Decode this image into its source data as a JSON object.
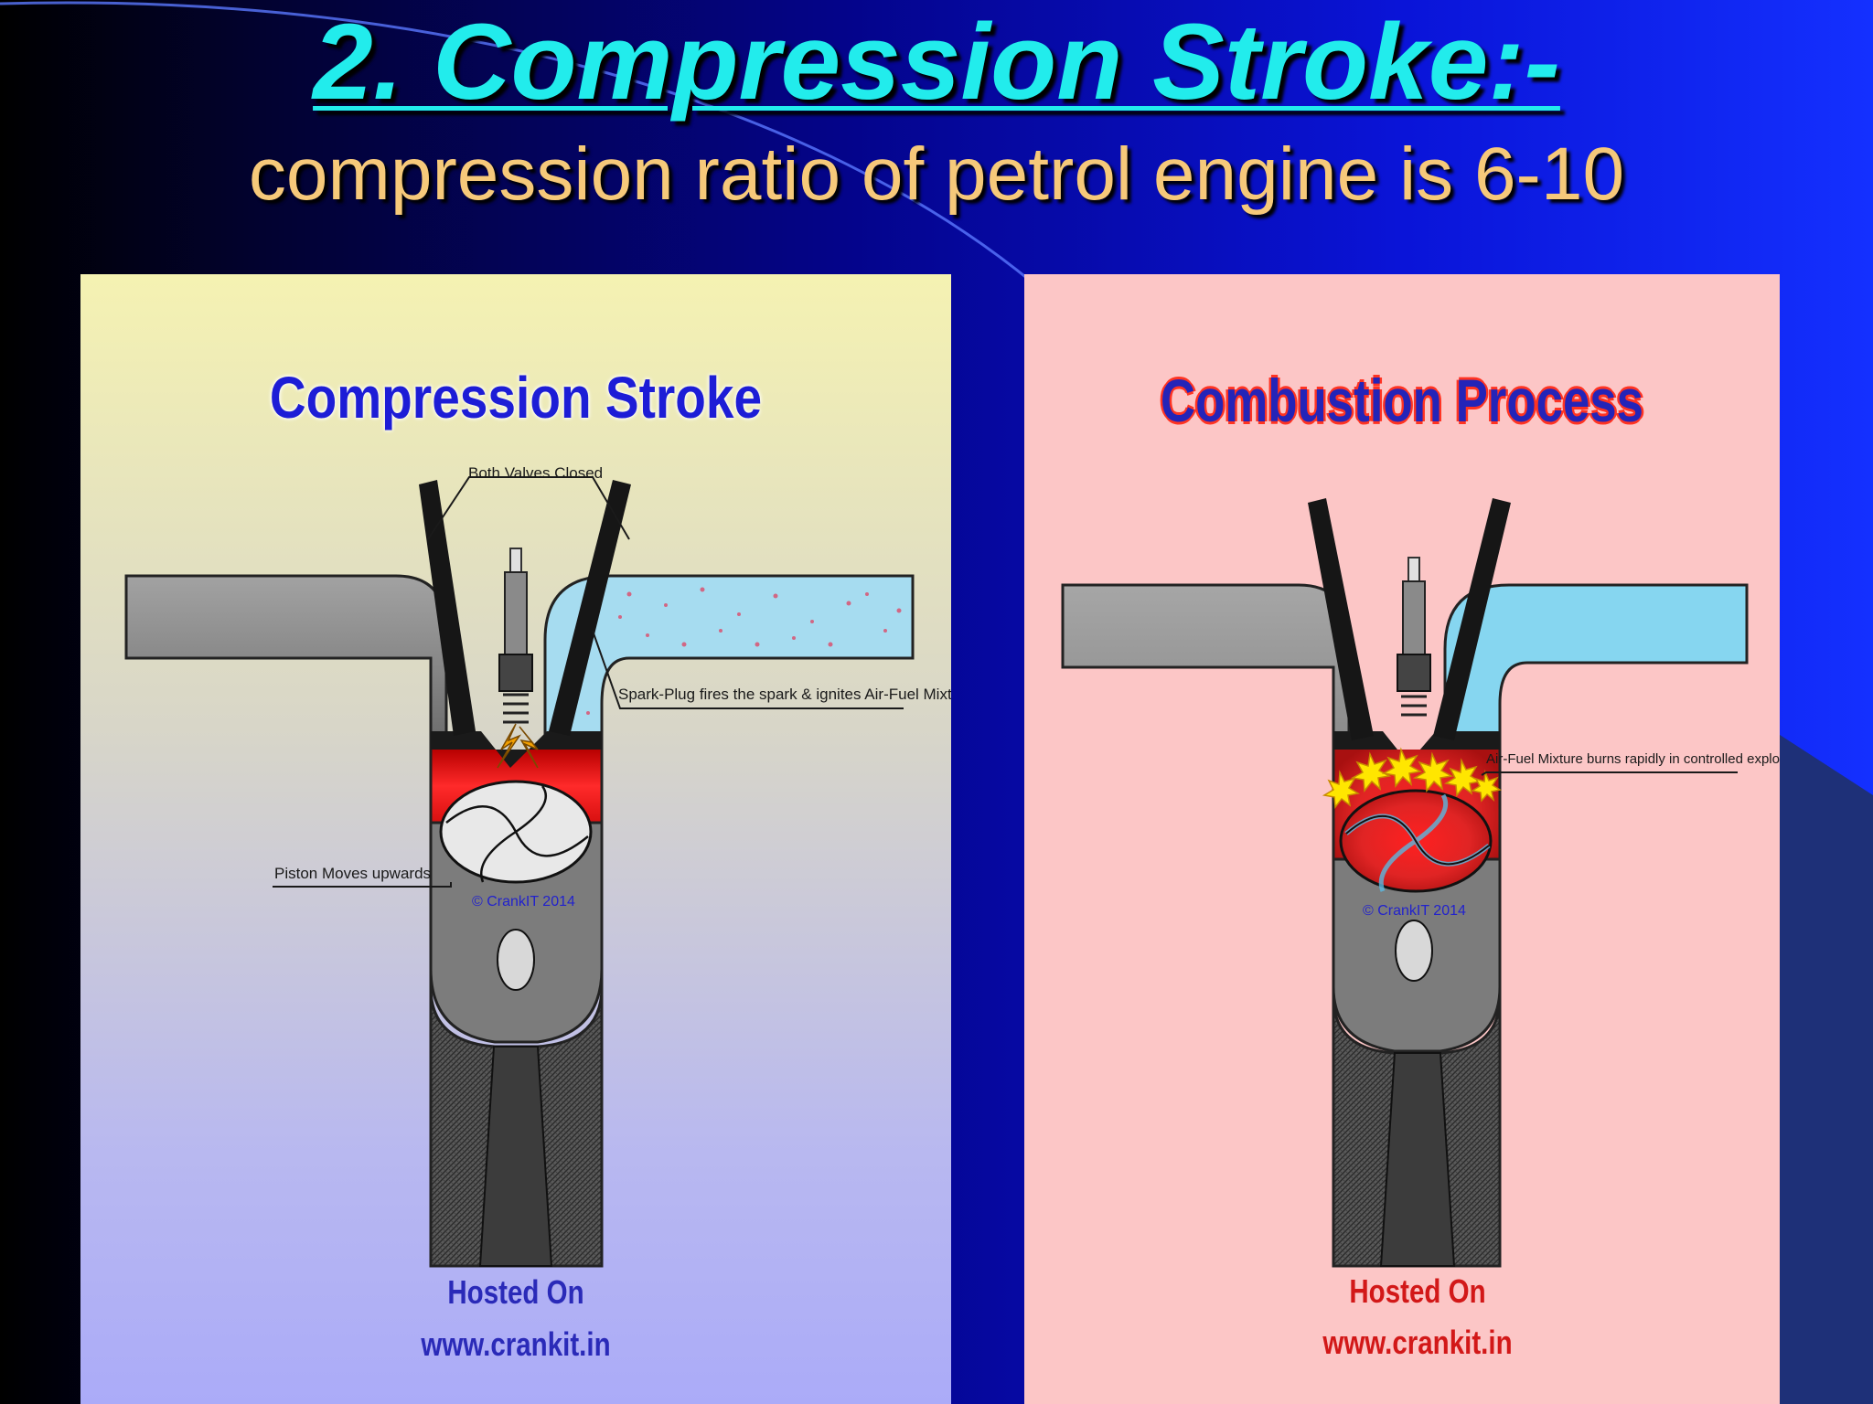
{
  "slide": {
    "title": "2. Compression Stroke:-",
    "subtitle": "compression ratio of petrol engine is 6-10"
  },
  "left_panel": {
    "heading": "Compression Stroke",
    "labels": {
      "valves": "Both Valves Closed",
      "spark": "Spark-Plug fires the spark & ignites Air-Fuel Mixture",
      "piston": "Piston Moves upwards"
    },
    "copyright": "© CrankIT 2014",
    "hosted_on": "Hosted On",
    "website": "www.crankit.in"
  },
  "right_panel": {
    "heading": "Combustion Process",
    "labels": {
      "explosion": "Air-Fuel Mixture burns rapidly in controlled explosion"
    },
    "copyright": "© CrankIT 2014",
    "hosted_on": "Hosted On",
    "website": "www.crankit.in"
  },
  "colors": {
    "title": "#22ecec",
    "subtitle": "#f6c97a",
    "left_heading": "#1d1dd6",
    "right_heading": "#2424b8",
    "combustion_red": "#ff2020",
    "intake_blue": "#7fd4ee"
  }
}
